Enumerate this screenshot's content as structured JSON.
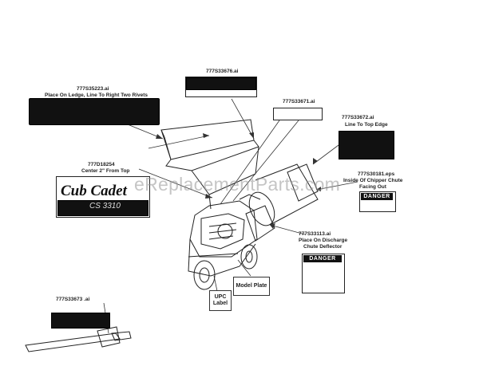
{
  "labels": {
    "p1": {
      "file": "777S35223.ai",
      "note": "Place On Ledge, Line To Right Two Rivets"
    },
    "p2": {
      "file": "777S33676.ai"
    },
    "p3": {
      "file": "777S33671.ai"
    },
    "p4": {
      "file": "777S33672.ai",
      "note": "Line To Top Edge"
    },
    "p5": {
      "file": "777D18254",
      "note": "Center 2\" From Top"
    },
    "p6": {
      "file": "777S30181.eps",
      "note1": "Inside Of Chipper Chute",
      "note2": "Facing Out"
    },
    "p7": {
      "file": "777S33113.ai",
      "note1": "Place On Discharge",
      "note2": "Chute Deflector"
    },
    "p8": {
      "file": "777S33673 .ai"
    }
  },
  "callouts": {
    "upc": {
      "line1": "UPC",
      "line2": "Label"
    },
    "model": "Model Plate"
  },
  "decals": {
    "brand": "Cub Cadet",
    "model": "CS 3310",
    "danger": "DANGER"
  },
  "watermark": "eReplacementParts.com",
  "colors": {
    "ink": "#222222",
    "decal": "#111111",
    "background": "#ffffff",
    "watermark": "#969696"
  }
}
